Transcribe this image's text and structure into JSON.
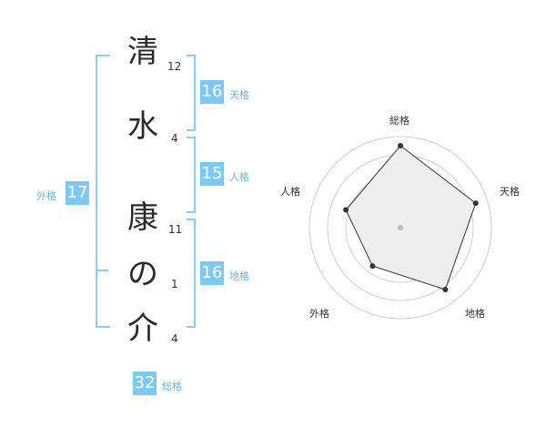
{
  "name": {
    "chars": [
      {
        "char": "清",
        "strokes": "12"
      },
      {
        "char": "水",
        "strokes": "4"
      },
      {
        "char": "康",
        "strokes": "11"
      },
      {
        "char": "の",
        "strokes": "1"
      },
      {
        "char": "介",
        "strokes": "4"
      }
    ]
  },
  "kaku": {
    "tenkaku": {
      "value": "16",
      "label": "天格"
    },
    "jinkaku": {
      "value": "15",
      "label": "人格"
    },
    "chikaku": {
      "value": "16",
      "label": "地格"
    },
    "gaikaku": {
      "value": "17",
      "label": "外格"
    },
    "soukaku": {
      "value": "32",
      "label": "総格"
    }
  },
  "radar": {
    "labels": {
      "soukaku": "総格",
      "tenkaku": "天格",
      "chikaku": "地格",
      "gaikaku": "外格",
      "jinkaku": "人格"
    },
    "scores": [
      0.9,
      0.87,
      0.84,
      0.52,
      0.63
    ],
    "colors": {
      "fill": "#eeeeee",
      "line": "#333333",
      "ring": "#d0d0d0",
      "point": "#333333",
      "center": "#bbbbbb"
    }
  },
  "colors": {
    "accent": "#7ec8f4",
    "bracket": "#8ccdf5"
  }
}
